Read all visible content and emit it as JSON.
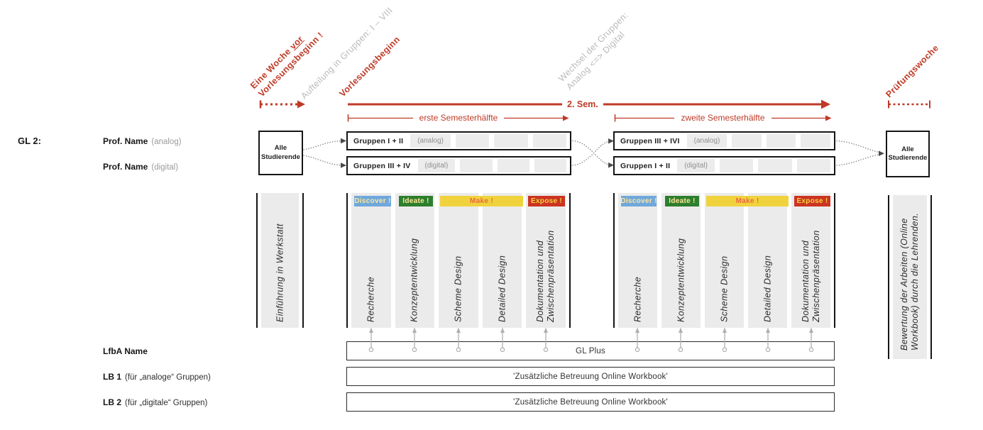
{
  "palette": {
    "red": "#bf3a26",
    "gray_annotation": "#b9b9b9",
    "column_bg": "#ebebeb",
    "border_dark": "#161616",
    "discover_bg": "#6fa8dc",
    "discover_fg": "#ffe599",
    "ideate_bg": "#2d7f2d",
    "ideate_fg": "#ffe599",
    "make_bg": "#f0d33c",
    "make_fg": "#e96a41",
    "expose_bg": "#cc3322",
    "expose_fg": "#f0d33c"
  },
  "annotations": {
    "week_before_pre": "Eine Woche ",
    "week_before_underlined": "vor",
    "week_before_line2": "Vorlesungsbeginn !",
    "aufteilung": "Aufteilung in Gruppen: I – VIII",
    "vorlesungsbeginn": "Vorlesungsbeginn",
    "wechsel_line1": "Wechsel der Gruppen:",
    "wechsel_line2": "Analog <=> Digital",
    "pruefungswoche": "Prüfungswoche"
  },
  "timeline": {
    "sem": "2. Sem.",
    "first_half": "erste Semesterhälfte",
    "second_half": "zweite Semesterhälfte"
  },
  "labels": {
    "gl2": "GL 2:",
    "prof1_bold": "Prof. Name",
    "prof1_paren": "(analog)",
    "prof2_bold": "Prof. Name",
    "prof2_paren": "(digital)",
    "lfba": "LfbA Name",
    "lb1_bold": "LB 1",
    "lb1_paren": "(für „analoge“ Gruppen)",
    "lb2_bold": "LB 2",
    "lb2_paren": "(für „digitale“ Gruppen)"
  },
  "boxes": {
    "all_students_line1": "Alle",
    "all_students_line2": "Studierende",
    "group1_bold": "Gruppen I + II",
    "group1_paren": "(analog)",
    "group2_bold": "Gruppen III + IV",
    "group2_paren": "(digital)",
    "group3_bold": "Gruppen III + IVI",
    "group3_paren": "(analog)",
    "group4_bold": "Gruppen I + II",
    "group4_paren": "(digital)",
    "gl_plus": "GL Plus",
    "workbook": "'Zusätzliche Betreuung Online Workbook'"
  },
  "phases": {
    "badge_discover": "Discover !",
    "badge_ideate": "Ideate !",
    "badge_make": "Make !",
    "badge_expose": "Expose !",
    "col1": "Recherche",
    "col2": "Konzeptentwicklung",
    "col3": "Scheme Design",
    "col4": "Detailed Design",
    "col5_line1": "Dokumentation und",
    "col5_line2": "Zwischenpräsentation"
  },
  "side_columns": {
    "intro": "Einführung in Werkstatt",
    "bewertung_line1": "Bewertung der Arbeiten (Online",
    "bewertung_line2": "Workbook) durch die Lehrenden."
  }
}
